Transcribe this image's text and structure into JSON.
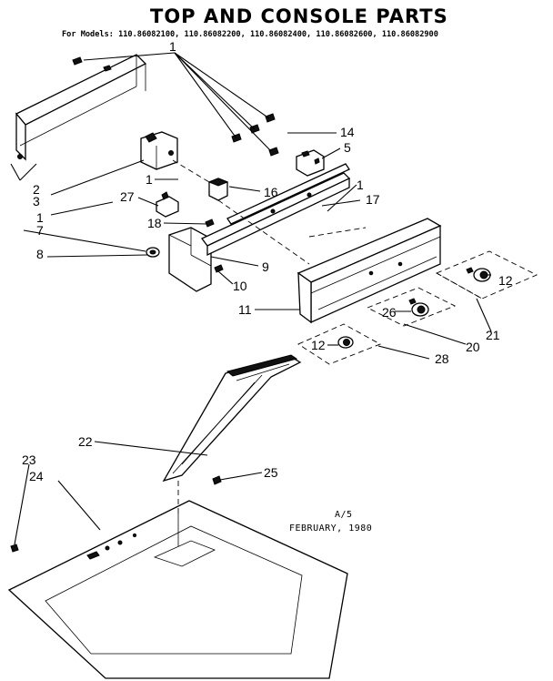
{
  "title": "TOP AND CONSOLE PARTS",
  "models_line": "For Models: 110.86082100, 110.86082200, 110.86082400, 110.86082600, 110.86082900",
  "note_line1": "A/5",
  "note_line2": "FEBRUARY, 1980",
  "callouts": {
    "c1a": "1",
    "c1b": "1",
    "c1c": "1",
    "c1d": "1",
    "c2": "2",
    "c3": "3",
    "c5": "5",
    "c7": "7",
    "c8": "8",
    "c9": "9",
    "c10": "10",
    "c11": "11",
    "c12a": "12",
    "c12b": "12",
    "c14": "14",
    "c16": "16",
    "c17": "17",
    "c18": "18",
    "c20": "20",
    "c21": "21",
    "c22": "22",
    "c23": "23",
    "c24": "24",
    "c25": "25",
    "c26": "26",
    "c27": "27",
    "c28": "28"
  }
}
